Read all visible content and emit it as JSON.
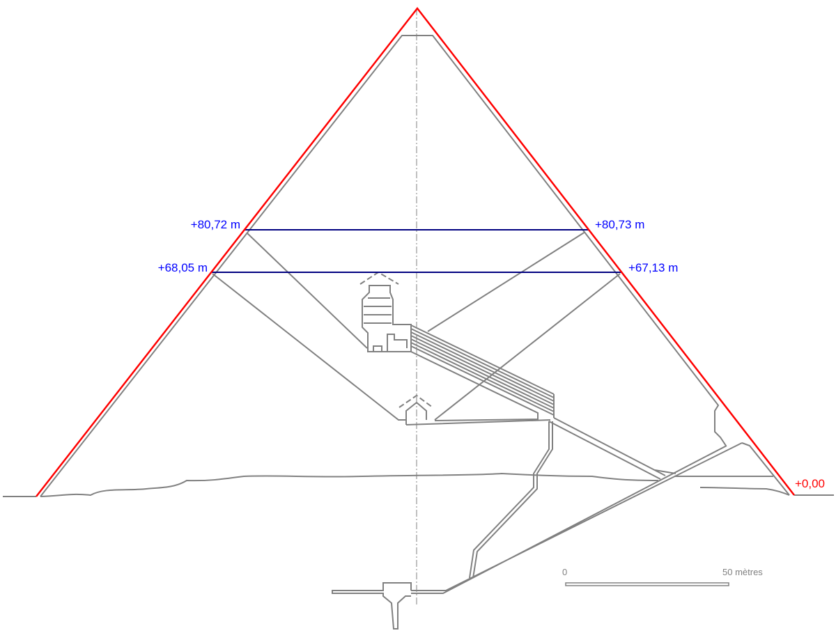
{
  "levels": {
    "upper_left": "+80,72 m",
    "upper_right": "+80,73 m",
    "lower_left": "+68,05 m",
    "lower_right": "+67,13 m",
    "base": "+0,00"
  },
  "scale_bar": {
    "start_label": "0",
    "end_label": "50 mètres"
  },
  "colors": {
    "outline": "#ff0000",
    "level_lines": "#000080",
    "level_text": "#0000ff",
    "structure": "#808080"
  }
}
